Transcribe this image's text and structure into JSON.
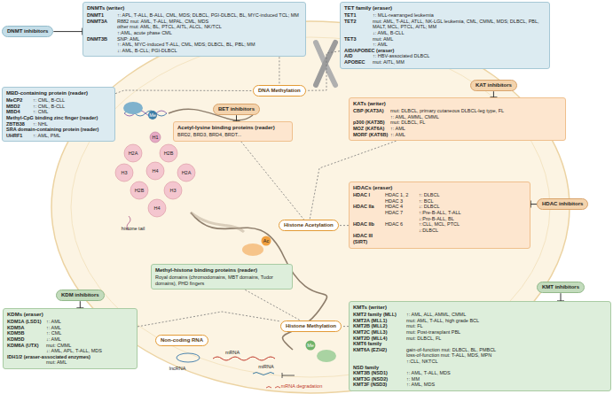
{
  "diagram": {
    "nodes": [
      {
        "text": [
          "DNMT inhibitors"
        ]
      },
      {
        "text": [
          "DNMTs (writer)",
          "DNMT1",
          "↑: APL, T-ALL, B-ALL, CML, MDS; DLBCL, PGI-DLBCL, BL, MYC-induced TCL; MM",
          "DNMT3A",
          "R882 mut: AML, T-ALL, MPAL, CML, MDS",
          "other mut: AML; BL, PTCL, AITL, ALCL, NK/TCL",
          "↑:AML, acute phase CML",
          "DNMT3B",
          "SNP: AML",
          "↑: AML, MYC-induced T-ALL, CML, MDS; DLBCL, BL, PBL; MM",
          "↓: AML, B-CLL; PGI-DLBCL"
        ]
      },
      {
        "text": [
          "TET family (eraser)",
          "TET1",
          "↑: MLL-rearranged leukemia",
          "TET2",
          "mut: AML, T-ALL, ATLL, NK-LGL leukemia, CML, CMML, MDS; DLBCL, PBL, MALT, MCL, PTCL, AITL; MM",
          "↓: AML, B-CLL",
          "TET3",
          "mut: AML",
          "↑: AML",
          "AID/APOBEC (eraser)",
          "AID",
          "↑: HBV-associated DLBCL",
          "APOBEC",
          "mut: AITL, MM"
        ]
      },
      {
        "text": [
          "MBD-containing protein (reader)",
          "MeCP2",
          "↑: CML, B-CLL",
          "MBD2",
          "↑: CML, B-CLL",
          "MBD4",
          "↑: CML",
          "Methyl-CpG binding zinc finger (reader)",
          "ZBTB38",
          "↑: NHL",
          "SRA domain-containing protein (reader)",
          "UHRF1",
          "↑: AML, PML"
        ]
      },
      {
        "text": [
          "KAT inhibitors"
        ]
      },
      {
        "text": [
          "KATs (writer)",
          "CBP (KAT3A)",
          "mut: DLBCL, primary cutaneous DLBCL-leg type, FL",
          "↑: AML, AMML, CMML",
          "p300 (KAT3B)",
          "mut: DLBCL, FL",
          "MOZ (KAT6A)",
          "↑: AML",
          "MORF (KAT6B)",
          "↑: AML"
        ]
      },
      {
        "text": [
          "DNA Methylation"
        ]
      },
      {
        "text": [
          "BET inhibitors"
        ]
      },
      {
        "text": [
          "Acetyl-lysine binding proteins (reader)",
          "BRD2, BRD3, BRD4, BRDT..."
        ]
      },
      {
        "text": [
          "HDACs (eraser)",
          "HDAC I",
          "HDAC 1, 2",
          "↑: DLBCL",
          "HDAC 3",
          "↑: BCL",
          "HDAC IIa",
          "HDAC 4",
          "↓: DLBCL",
          "HDAC 7",
          "↑:Pre-B-ALL, T-ALL",
          "↓:Pro-B-ALL, BL",
          "HDAC IIb",
          "HDAC 6",
          "↑:CLL, MCL, PTCL",
          "↓:DLBCL",
          "HDAC III (SIRT)"
        ]
      },
      {
        "text": [
          "HDAC inhibitors"
        ]
      },
      {
        "text": [
          "Histone Acetylation"
        ]
      },
      {
        "text": [
          "Methyl-histone binding proteins (reader)",
          "Royal domains (chromodomains, MBT domains, Tudor domains), PHD fingers"
        ]
      },
      {
        "text": [
          "KMT inhibitors"
        ]
      },
      {
        "text": [
          "KDM inhibitors"
        ]
      },
      {
        "text": [
          "Histone Methylation"
        ]
      },
      {
        "text": [
          "Non-coding RNA"
        ]
      },
      {
        "text": [
          "KDMs (eraser)",
          "KDM1A (LSD1)",
          "↑: AML",
          "KDM5A",
          "↑: AML",
          "KDM5B",
          "↑: CML",
          "KDM5D",
          "↓: AML",
          "KDM6A (UTX)",
          "mut: CMML",
          "↓: AML, APL, T-ALL, MDS",
          "IDH1/2 (eraser-associated enzymes)",
          "mut: AML"
        ]
      },
      {
        "text": [
          "KMTs (writer)",
          "KMT2 family (MLL)",
          "↑: AML, ALL, AMML, CMML",
          "KMT2A (MLL1)",
          "mut: AML, T-ALL, high grade BCL",
          "KMT2B (MLL2)",
          "mut: FL",
          "KMT2C (MLL3)",
          "mut: Post-transplant PBL",
          "KMT2D (MLL4)",
          "mut: DLBCL, FL",
          "KMT6 family",
          "KMT6A (EZH2)",
          "gain-of-function mut: DLBCL, BL, PMBCL",
          "loss-of-function mut: T-ALL, MDS, MPN",
          "↑:CLL, NKTCL",
          "NSD family",
          "KMT3B (NSD1)",
          "↑: AML, T-ALL, MDS",
          "KMT3G (NSD2)",
          "↑: MM",
          "KMT3F (NSD3)",
          "↑: AML, MDS"
        ]
      }
    ],
    "edges": [
      {
        "from": 0,
        "to": 1,
        "arrow": "to"
      },
      {
        "from": 4,
        "to": 5,
        "arrow": "to"
      },
      {
        "from": 7,
        "to": 8,
        "arrow": "to"
      },
      {
        "from": 10,
        "to": 9,
        "arrow": "to"
      },
      {
        "from": 13,
        "to": 18,
        "arrow": "to"
      },
      {
        "from": 14,
        "to": 17,
        "arrow": "to"
      },
      {
        "from": 1,
        "to": 6,
        "arrow": "none"
      },
      {
        "from": 2,
        "to": 6,
        "arrow": "none"
      },
      {
        "from": 3,
        "to": 6,
        "arrow": "none"
      },
      {
        "from": 5,
        "to": 11,
        "arrow": "none"
      },
      {
        "from": 9,
        "to": 11,
        "arrow": "none"
      },
      {
        "from": 8,
        "to": 11,
        "arrow": "none"
      },
      {
        "from": 12,
        "to": 15,
        "arrow": "none"
      },
      {
        "from": 18,
        "to": 15,
        "arrow": "none"
      },
      {
        "from": 17,
        "to": 15,
        "arrow": "none"
      }
    ],
    "labels": [
      "Me",
      "H1",
      "H2A",
      "H2B",
      "H3",
      "H4",
      "H2A",
      "H2B",
      "H3",
      "H4",
      "histone tail",
      "Ac",
      "Me",
      "lncRNA",
      "miRNA",
      "mRNA",
      "mRNA degradation"
    ]
  }
}
